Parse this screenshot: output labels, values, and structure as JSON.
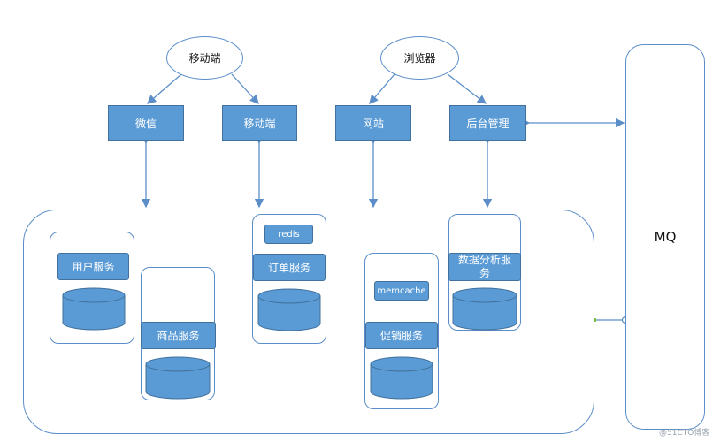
{
  "clients": {
    "mobile_group": "移动端",
    "browser_group": "浏览器",
    "wechat": "微信",
    "mobile": "移动端",
    "website": "网站",
    "admin": "后台管理"
  },
  "services": {
    "user": "用户服务",
    "product": "商品服务",
    "order": "订单服务",
    "promotion": "促销服务",
    "analytics": "数据分析服务"
  },
  "caches": {
    "redis": "redis",
    "memcache": "memcache"
  },
  "mq": "MQ",
  "watermark": "@51CTO博客",
  "colors": {
    "box_fill": "#5b9bd5",
    "box_border": "#41719c",
    "line": "#5b8ec8"
  }
}
